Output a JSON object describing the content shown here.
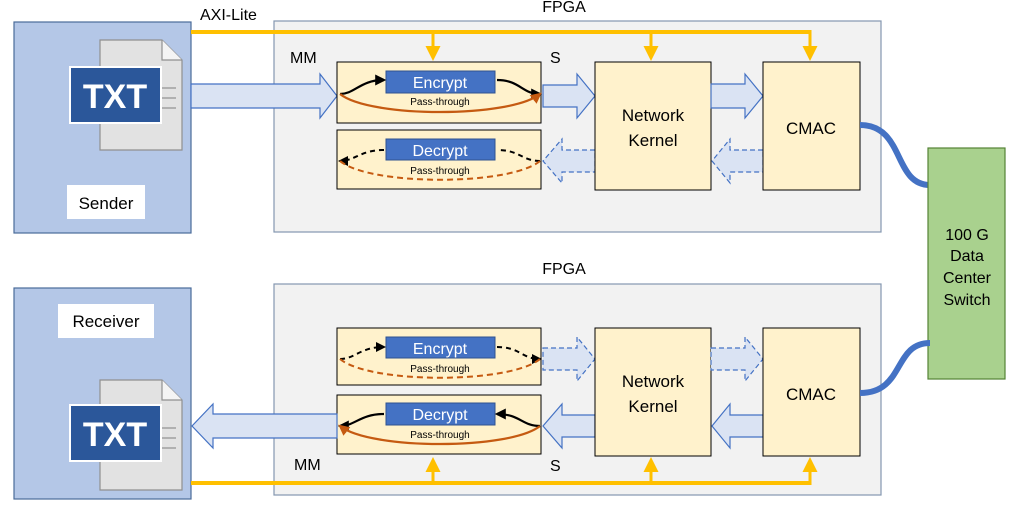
{
  "top": {
    "fpga_label": "FPGA",
    "axi_label": "AXI-Lite",
    "mm_label": "MM",
    "s_label": "S",
    "host_label": "Sender",
    "file_label": "TXT",
    "encrypt_label": "Encrypt",
    "decrypt_label": "Decrypt",
    "encrypt_pass": "Pass-through",
    "decrypt_pass": "Pass-through",
    "network_line1": "Network",
    "network_line2": "Kernel",
    "cmac_label": "CMAC"
  },
  "bottom": {
    "fpga_label": "FPGA",
    "mm_label": "MM",
    "s_label": "S",
    "host_label": "Receiver",
    "file_label": "TXT",
    "encrypt_label": "Encrypt",
    "decrypt_label": "Decrypt",
    "encrypt_pass": "Pass-through",
    "decrypt_pass": "Pass-through",
    "network_line1": "Network",
    "network_line2": "Kernel",
    "cmac_label": "CMAC"
  },
  "switch": {
    "line1": "100 G",
    "line2": "Data",
    "line3": "Center",
    "line4": "Switch"
  },
  "colors": {
    "host_fill": "#b4c7e7",
    "fpga_fill": "#f2f2f2",
    "block_fill": "#fff2cc",
    "cipher_fill": "#4472c4",
    "switch_fill": "#a9d18e",
    "axi_line": "#ffc000",
    "cable": "#4472c4",
    "pass_through": "#c55a11",
    "arrow_fill": "#dae3f3"
  }
}
